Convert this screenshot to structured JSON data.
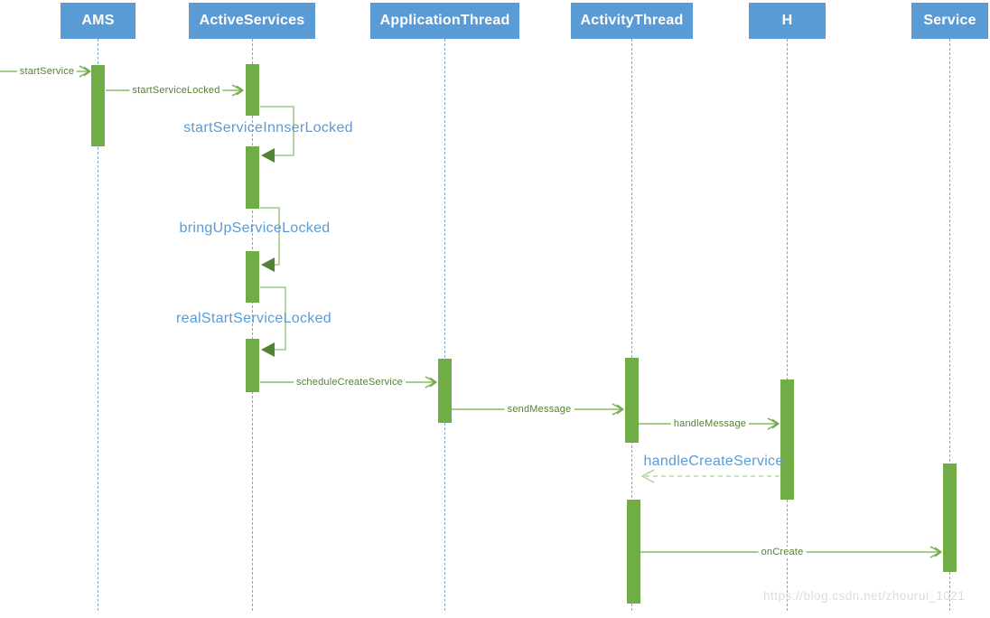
{
  "participants": [
    {
      "id": "ams",
      "label": "AMS"
    },
    {
      "id": "active-services",
      "label": "ActiveServices"
    },
    {
      "id": "application-thread",
      "label": "ApplicationThread"
    },
    {
      "id": "activity-thread",
      "label": "ActivityThread"
    },
    {
      "id": "h",
      "label": "H"
    },
    {
      "id": "service",
      "label": "Service"
    }
  ],
  "messages": [
    {
      "label": "startService",
      "from": "external",
      "to": "AMS",
      "style": "solid"
    },
    {
      "label": "startServiceLocked",
      "from": "AMS",
      "to": "ActiveServices",
      "style": "solid"
    },
    {
      "label": "startServiceInnserLocked",
      "from": "ActiveServices",
      "to": "ActiveServices",
      "style": "self-call"
    },
    {
      "label": "bringUpServiceLocked",
      "from": "ActiveServices",
      "to": "ActiveServices",
      "style": "self-call"
    },
    {
      "label": "realStartServiceLocked",
      "from": "ActiveServices",
      "to": "ActiveServices",
      "style": "self-call"
    },
    {
      "label": "scheduleCreateService",
      "from": "ActiveServices",
      "to": "ApplicationThread",
      "style": "solid"
    },
    {
      "label": "sendMessage",
      "from": "ApplicationThread",
      "to": "ActivityThread",
      "style": "solid"
    },
    {
      "label": "handleMessage",
      "from": "ActivityThread",
      "to": "H",
      "style": "solid"
    },
    {
      "label": "handleCreateService",
      "from": "H",
      "to": "ActivityThread",
      "style": "dashed-return"
    },
    {
      "label": "onCreate",
      "from": "ActivityThread",
      "to": "Service",
      "style": "solid"
    }
  ],
  "watermark": "https://blog.csdn.net/zhourui_1021",
  "colors": {
    "blue": "#5B9BD5",
    "lifeline": "#74A9DB",
    "green": "#70AD47",
    "msgtext": "#538135",
    "loopline": "#8FBF6F",
    "loophead": "#538135",
    "retline": "#A9D18E",
    "watermark": "#DCDCDC"
  }
}
